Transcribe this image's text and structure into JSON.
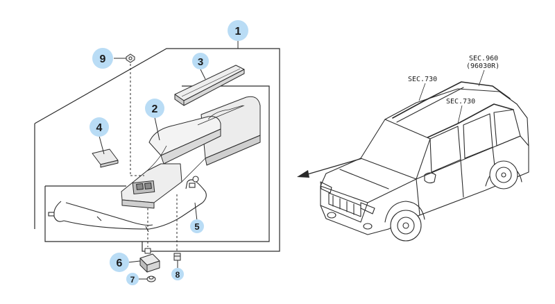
{
  "colors": {
    "callout_fill": "#b9dcf5",
    "callout_text": "#1a1a1a",
    "line": "#2a2a2a",
    "part_fill": "#eeeeee",
    "part_shade": "#cfcfcf"
  },
  "callouts": [
    {
      "id": "callout-1",
      "label": "1"
    },
    {
      "id": "callout-2",
      "label": "2"
    },
    {
      "id": "callout-3",
      "label": "3"
    },
    {
      "id": "callout-4",
      "label": "4"
    },
    {
      "id": "callout-5",
      "label": "5"
    },
    {
      "id": "callout-6",
      "label": "6"
    },
    {
      "id": "callout-7",
      "label": "7"
    },
    {
      "id": "callout-8",
      "label": "8"
    },
    {
      "id": "callout-9",
      "label": "9"
    }
  ],
  "section_refs": {
    "sec_730_front": "SEC.730",
    "sec_730_rear": "SEC.730",
    "sec_960": "SEC.960",
    "sec_960_sub": "(96030R)"
  }
}
